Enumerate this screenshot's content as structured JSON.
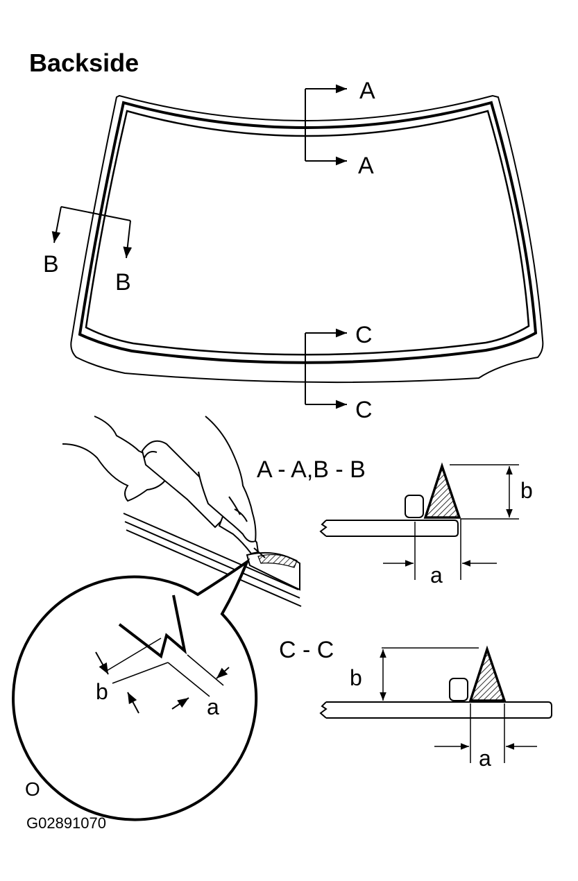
{
  "title": "Backside",
  "labels": {
    "section_a": "A",
    "section_b": "B",
    "section_c": "C",
    "section_ab_heading": "A - A,B - B",
    "section_cc_heading": "C - C",
    "dim_a": "a",
    "dim_b": "b"
  },
  "note_mark": "O",
  "figure_code": "G02891070",
  "colors": {
    "ink": "#000000",
    "paper": "#ffffff"
  }
}
